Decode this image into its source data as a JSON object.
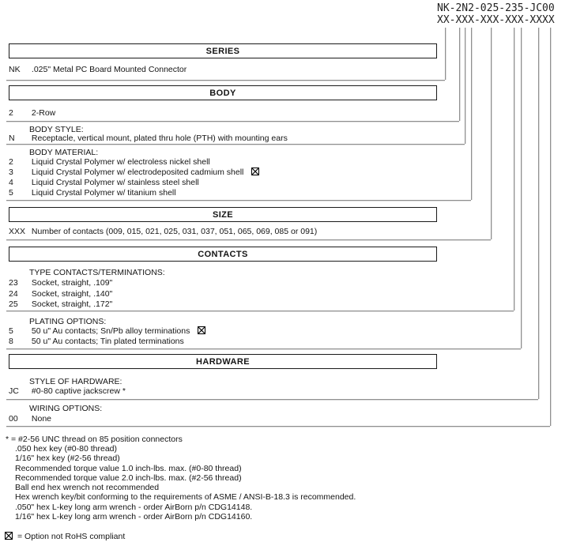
{
  "part_number": {
    "value": "NK-2N2-025-235-JC00",
    "mask": "XX-XXX-XXX-XXX-XXXX"
  },
  "sections": {
    "series": {
      "header": "SERIES",
      "item": {
        "code": "NK",
        "desc": ".025\" Metal PC Board Mounted Connector"
      }
    },
    "body": {
      "header": "BODY",
      "row": {
        "code": "2",
        "desc": "2-Row"
      },
      "style": {
        "label": "BODY STYLE:",
        "code": "N",
        "desc": "Receptacle, vertical mount, plated thru hole (PTH) with mounting ears"
      },
      "material": {
        "label": "BODY MATERIAL:",
        "items": [
          {
            "code": "2",
            "desc": "Liquid Crystal Polymer w/ electroless nickel shell",
            "not_rohs": false
          },
          {
            "code": "3",
            "desc": "Liquid Crystal Polymer w/ electrodeposited cadmium shell",
            "not_rohs": true
          },
          {
            "code": "4",
            "desc": "Liquid Crystal Polymer w/ stainless steel shell",
            "not_rohs": false
          },
          {
            "code": "5",
            "desc": "Liquid Crystal Polymer w/ titanium shell",
            "not_rohs": false
          }
        ]
      }
    },
    "size": {
      "header": "SIZE",
      "item": {
        "code": "XXX",
        "desc": "Number of contacts (009, 015, 021, 025, 031, 037, 051, 065, 069, 085 or 091)"
      }
    },
    "contacts": {
      "header": "CONTACTS",
      "type": {
        "label": "TYPE CONTACTS/TERMINATIONS:",
        "items": [
          {
            "code": "23",
            "desc": "Socket, straight, .109\""
          },
          {
            "code": "24",
            "desc": "Socket, straight, .140\""
          },
          {
            "code": "25",
            "desc": "Socket, straight, .172\""
          }
        ]
      },
      "plating": {
        "label": "PLATING OPTIONS:",
        "items": [
          {
            "code": "5",
            "desc": "50 u\" Au contacts; Sn/Pb alloy terminations",
            "not_rohs": true
          },
          {
            "code": "8",
            "desc": "50 u\" Au contacts; Tin plated terminations",
            "not_rohs": false
          }
        ]
      }
    },
    "hardware": {
      "header": "HARDWARE",
      "style": {
        "label": "STYLE OF HARDWARE:",
        "code": "JC",
        "desc": "#0-80 captive jackscrew *"
      },
      "wiring": {
        "label": "WIRING OPTIONS:",
        "code": "00",
        "desc": "None"
      }
    }
  },
  "footnotes": [
    "* = #2-56 UNC thread on 85 position connectors",
    ".050 hex key (#0-80 thread)",
    "1/16\" hex key (#2-56 thread)",
    "Recommended torque value 1.0 inch-lbs. max. (#0-80 thread)",
    "Recommended torque value 2.0 inch-lbs. max. (#2-56 thread)",
    "Ball end hex wrench not recommended",
    "Hex wrench key/bit conforming to the requirements of ASME / ANSI-B-18.3 is recommended.",
    ".050\" hex L-key long arm wrench - order AirBorn p/n CDG14148.",
    "1/16\" hex L-key long arm wrench - order AirBorn p/n CDG14160."
  ],
  "legend": {
    "icon": "boxed-x",
    "text": "= Option not RoHS compliant"
  },
  "colors": {
    "line_gray": "#8f8f8f",
    "border_black": "#1a1a1a",
    "text": "#151515"
  }
}
